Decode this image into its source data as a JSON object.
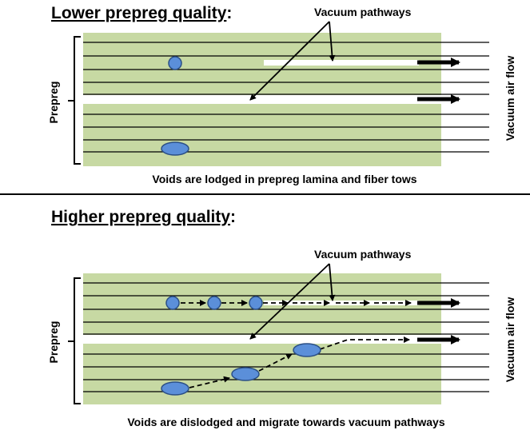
{
  "top_panel": {
    "title": "Lower prepreg quality",
    "title_suffix": ":",
    "callout_label": "Vacuum pathways",
    "side_label": "Prepreg",
    "flow_label": "Vacuum air flow",
    "caption": "Voids are lodged in prepreg lamina and fiber tows"
  },
  "bottom_panel": {
    "title": "Higher prepreg quality",
    "title_suffix": ":",
    "callout_label": "Vacuum pathways",
    "side_label": "Prepreg",
    "flow_label": "Vacuum air flow",
    "caption": "Voids are dislodged and migrate towards vacuum pathways"
  },
  "colors": {
    "laminate": "#c7d9a3",
    "void_fill": "#5b8fd9",
    "void_stroke": "#2b4f86",
    "line": "#000000",
    "pathway": "#ffffff"
  }
}
